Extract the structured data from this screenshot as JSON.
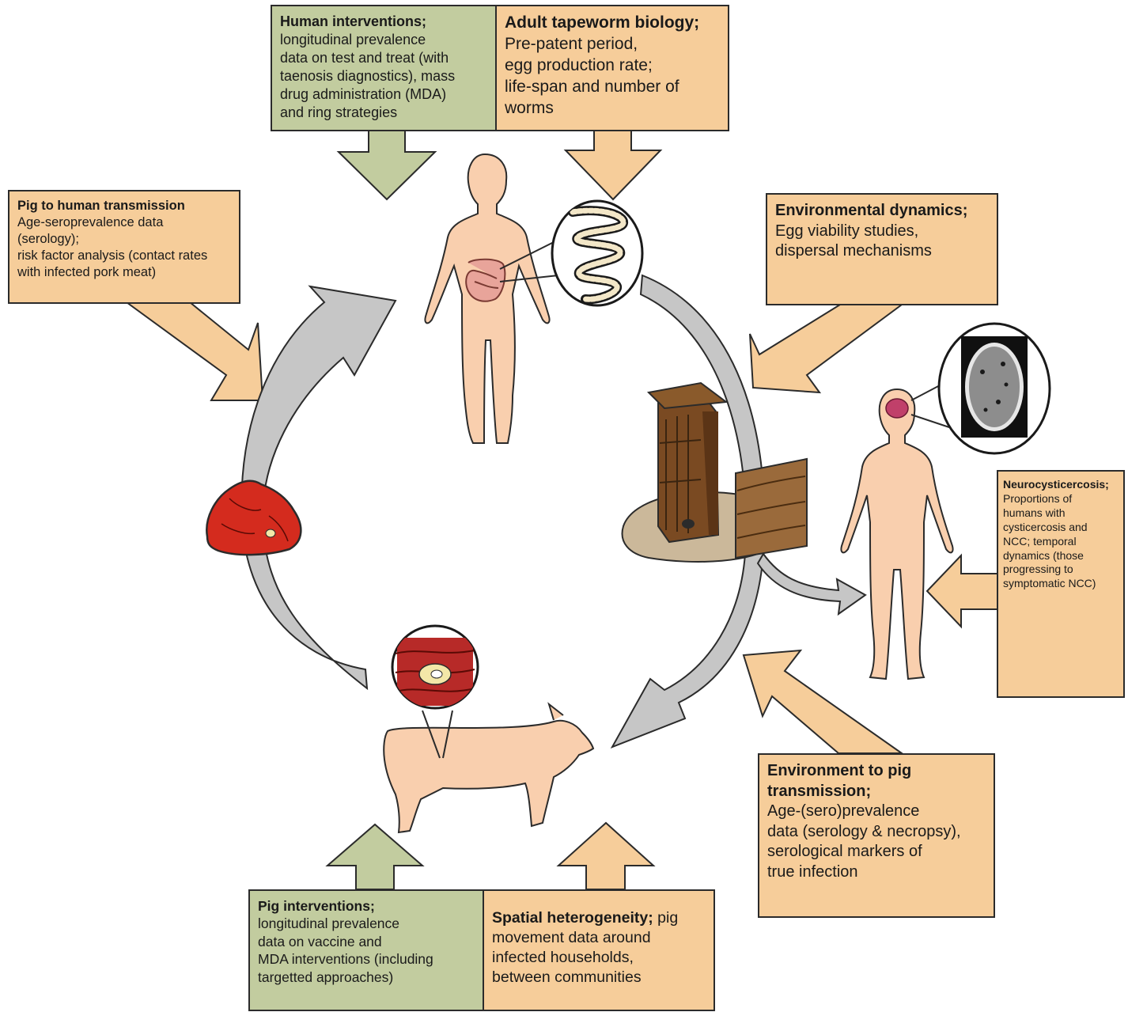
{
  "colors": {
    "orange_box": "#f6cd9a",
    "green_box": "#c2cc9f",
    "cycle_arrow": "#c6c6c6",
    "skin": "#f9cfae",
    "meat": "#d42b1e",
    "ground": "#cbb89a",
    "wood": "#8a5a2b"
  },
  "boxes": {
    "human_interventions": {
      "title": "Human interventions;",
      "text": "longitudinal prevalence\ndata on test and treat (with\ntaenosis diagnostics), mass\ndrug administration (MDA)\nand ring strategies"
    },
    "adult_tapeworm": {
      "title": "Adult tapeworm biology;",
      "text": "Pre-patent period,\negg production rate;\nlife-span and number of\nworms"
    },
    "pig_to_human": {
      "title": "Pig to human transmission",
      "text": "Age-seroprevalence data\n(serology);\nrisk factor analysis (contact rates\nwith infected pork meat)"
    },
    "environmental_dynamics": {
      "title": "Environmental dynamics;",
      "text": "Egg viability studies,\ndispersal mechanisms"
    },
    "neurocysticercosis": {
      "title": "Neurocysticercosis;",
      "text": "Proportions of\nhumans with\ncysticercosis and\nNCC; temporal\ndynamics (those\nprogressing to\nsymptomatic NCC)"
    },
    "environment_to_pig": {
      "title": "Environment to pig\ntransmission;",
      "text": "Age-(sero)prevalence\ndata (serology & necropsy),\nserological markers of\ntrue infection"
    },
    "pig_interventions": {
      "title": "Pig interventions;",
      "text": "longitudinal prevalence\ndata on vaccine and\nMDA interventions (including\ntargetted approaches)"
    },
    "spatial_heterogeneity": {
      "title": "Spatial heterogeneity;",
      "text": "pig\nmovement data around\ninfected households,\nbetween communities"
    }
  }
}
